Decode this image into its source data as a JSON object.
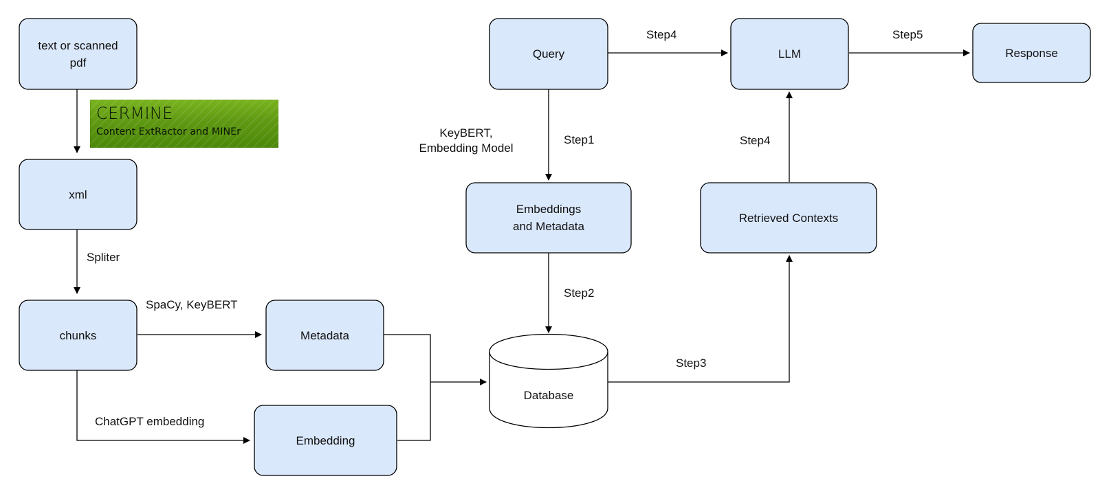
{
  "nodes": {
    "source": "text or scanned\npdf",
    "xml": "xml",
    "chunks": "chunks",
    "metadata": "Metadata",
    "embedding": "Embedding",
    "query": "Query",
    "embeddings_metadata": "Embeddings\nand Metadata",
    "database": "Database",
    "retrieved_contexts": "Retrieved Contexts",
    "llm": "LLM",
    "response": "Response"
  },
  "edge_labels": {
    "spliter": "Spliter",
    "spacy_keybert": "SpaCy, KeyBERT",
    "chatgpt_embedding": "ChatGPT embedding",
    "keybert_embedding_model": "KeyBERT,\nEmbedding Model",
    "step1": "Step1",
    "step2": "Step2",
    "step3": "Step3",
    "step4_top": "Step4",
    "step4_right": "Step4",
    "step5": "Step5"
  },
  "logo": {
    "title": "CERMINE",
    "subtitle": "Content ExtRactor and MINEr"
  },
  "colors": {
    "node_fill": "#dae8fc",
    "node_stroke": "#000000",
    "logo_green": "#5f9912"
  }
}
